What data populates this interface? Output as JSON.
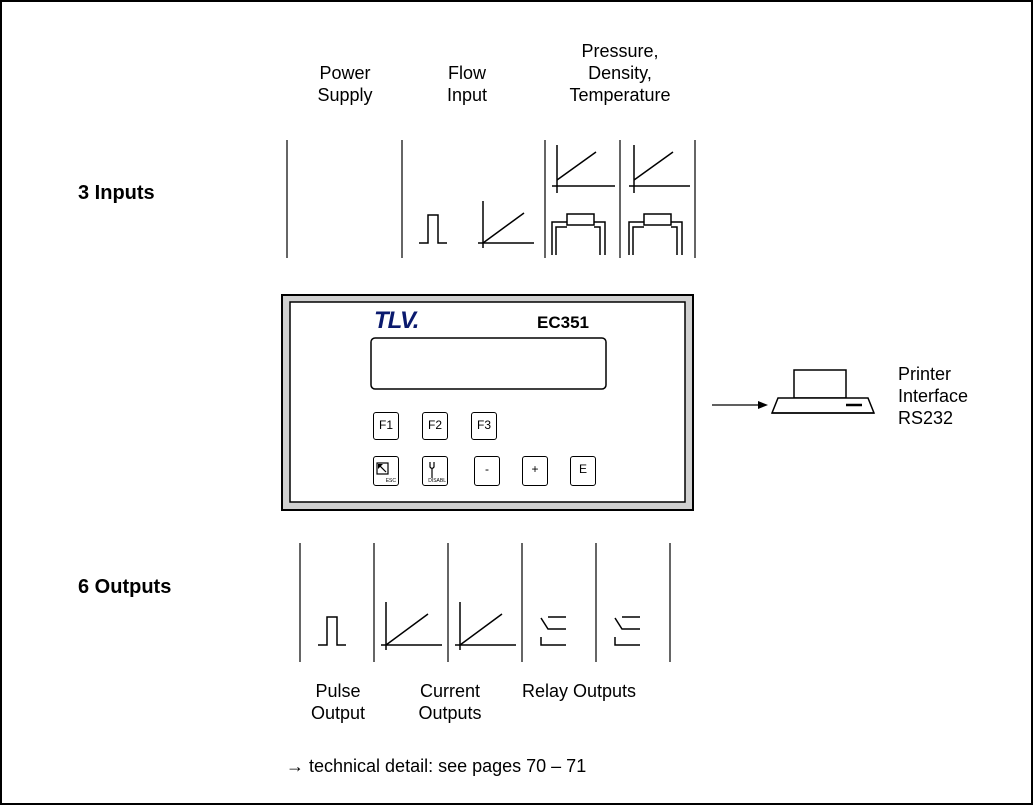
{
  "inputs": {
    "title": "3 Inputs",
    "power_supply": [
      "Power",
      "Supply"
    ],
    "flow_input": [
      "Flow",
      "Input"
    ],
    "pressure": [
      "Pressure,",
      "Density,",
      "Temperature"
    ]
  },
  "device": {
    "brand": "TLV.",
    "model": "EC351",
    "keys": [
      "F1",
      "F2",
      "F3",
      "-",
      "+",
      "E"
    ],
    "esc_sub": "ESC",
    "disabl_sub": "DISABL"
  },
  "printer": [
    "Printer",
    "Interface",
    "RS232"
  ],
  "outputs": {
    "title": "6 Outputs",
    "pulse": [
      "Pulse",
      "Output"
    ],
    "current": [
      "Current",
      "Outputs"
    ],
    "relay": "Relay Outputs"
  },
  "footer": "→ technical detail: see pages 70 – 71"
}
